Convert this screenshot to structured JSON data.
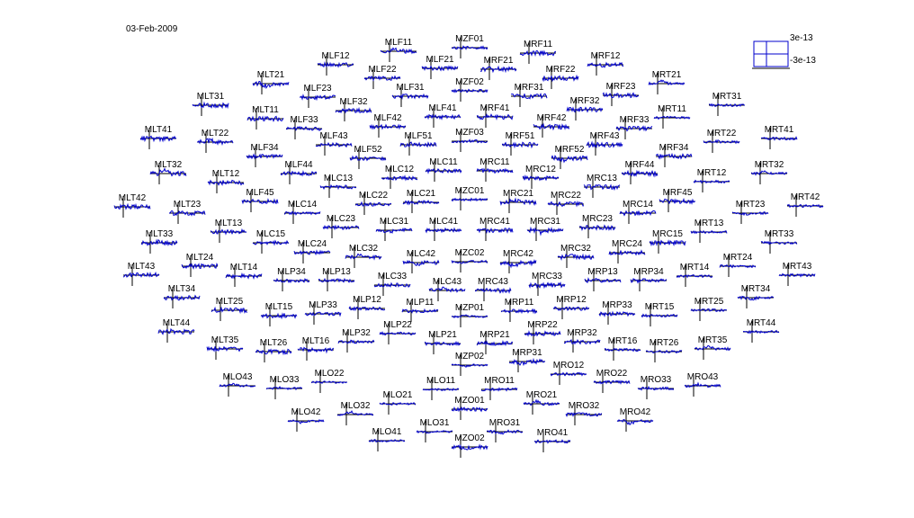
{
  "date": "03-Feb-2009",
  "chart_data": {
    "type": "line",
    "layout": "MEG sensor topography (per-channel waveforms)",
    "scale": {
      "ymax": "3e-13",
      "ymin": "-3e-13"
    },
    "channels": [
      "MLF11",
      "MZF01",
      "MRF11",
      "MLF12",
      "MLF22",
      "MLF21",
      "MRF21",
      "MRF22",
      "MRF12",
      "MLT21",
      "MRT21",
      "MZF02",
      "MLF23",
      "MLF31",
      "MRF31",
      "MRF23",
      "MRF32",
      "MLT31",
      "MLF32",
      "MRT31",
      "MLT11",
      "MLF41",
      "MRF41",
      "MRT11",
      "MLF33",
      "MLF42",
      "MRF42",
      "MRF33",
      "MLT41",
      "MLT22",
      "MRT22",
      "MRT41",
      "MLF43",
      "MLF51",
      "MZF03",
      "MRF51",
      "MRF43",
      "MLF34",
      "MLF52",
      "MRF52",
      "MRF34",
      "MLT32",
      "MLF44",
      "MLC11",
      "MRC11",
      "MRF44",
      "MRT32",
      "MLT12",
      "MLC12",
      "MRC12",
      "MRT12",
      "MLC13",
      "MRC13",
      "MLT42",
      "MLF45",
      "MLC22",
      "MLC21",
      "MZC01",
      "MRC21",
      "MRC22",
      "MRF45",
      "MRT42",
      "MLT23",
      "MLC14",
      "MRC14",
      "MRT23",
      "MLC23",
      "MLC31",
      "MLC41",
      "MRC41",
      "MRC31",
      "MRC23",
      "MLT13",
      "MRT13",
      "MLT33",
      "MLC15",
      "MRC15",
      "MRT33",
      "MLC24",
      "MRC24",
      "MLC32",
      "MRC32",
      "MLT24",
      "MLC42",
      "MZC02",
      "MRC42",
      "MRT24",
      "MLT43",
      "MLT14",
      "MLP34",
      "MLP13",
      "MRP13",
      "MRP34",
      "MRT14",
      "MRT43",
      "MLC33",
      "MRC33",
      "MLT34",
      "MLC43",
      "MRC43",
      "MRT34",
      "MLT25",
      "MLP12",
      "MRP12",
      "MRT25",
      "MLP33",
      "MLP11",
      "MRP11",
      "MRP33",
      "MLT15",
      "MZP01",
      "MRT15",
      "MLT44",
      "MLP22",
      "MRP22",
      "MRT44",
      "MLP32",
      "MLP21",
      "MRP21",
      "MRP32",
      "MLT35",
      "MLT26",
      "MLT16",
      "MRT16",
      "MRT26",
      "MRT35",
      "MRP31",
      "MZP02",
      "MRO12",
      "MLO22",
      "MRO22",
      "MLO43",
      "MLO33",
      "MLO11",
      "MRO11",
      "MRO33",
      "MRO43",
      "MLO21",
      "MRO21",
      "MZO01",
      "MLO32",
      "MRO32",
      "MLO42",
      "MRO42",
      "MLO31",
      "MRO31",
      "MLO41",
      "MZO02",
      "MRO41"
    ]
  }
}
